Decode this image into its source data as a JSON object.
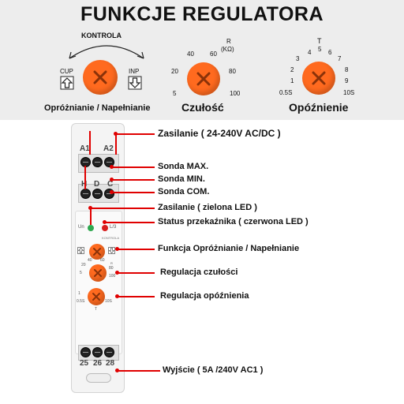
{
  "title": "FUNKCJE REGULATORA",
  "left_section": {
    "kontrola_label": "KONTROLA",
    "cup_label": "CUP",
    "inp_label": "INP",
    "caption": "Opróżnianie / Napełnianie"
  },
  "middle_section": {
    "unit_r": "R",
    "unit_kohm": "(KΩ)",
    "ticks": [
      "5",
      "20",
      "40",
      "60",
      "80",
      "100"
    ],
    "caption": "Czułość"
  },
  "right_section": {
    "unit_t": "T",
    "ticks": [
      "0.5S",
      "1",
      "2",
      "3",
      "4",
      "5",
      "6",
      "7",
      "8",
      "9",
      "10S"
    ],
    "caption": "Opóźnienie"
  },
  "device": {
    "top_terminals": [
      "A1",
      "A2"
    ],
    "mid_terminals": [
      "H",
      "D",
      "C"
    ],
    "bottom_terminals": [
      "25",
      "26",
      "28"
    ],
    "led_un": "Un",
    "led_relay": "L/3",
    "brand_small": "KONTROLA",
    "knob2_label_r": "R",
    "knob3_label_t": "T",
    "knob2_ticks": [
      "5",
      "20",
      "40",
      "60",
      "80",
      "100"
    ],
    "knob3_ticks": [
      "0.5S",
      "1",
      "10S"
    ]
  },
  "callouts": [
    "Zasilanie ( 24-240V AC/DC )",
    "Sonda MAX.",
    "Sonda MIN.",
    "Sonda COM.",
    "Zasilanie ( zielona LED )",
    "Status przekaźnika ( czerwona LED )",
    "Funkcja Opróżnianie / Napełnianie",
    "Regulacja czułości",
    "Regulacja opóźnienia",
    "Wyjście ( 5A /240V  AC1 )"
  ],
  "colors": {
    "knob": "#ff6a1f",
    "callout": "#e00000",
    "led_green": "#2fa84f",
    "led_red": "#d81e1e",
    "panel_bg": "#ededed"
  }
}
